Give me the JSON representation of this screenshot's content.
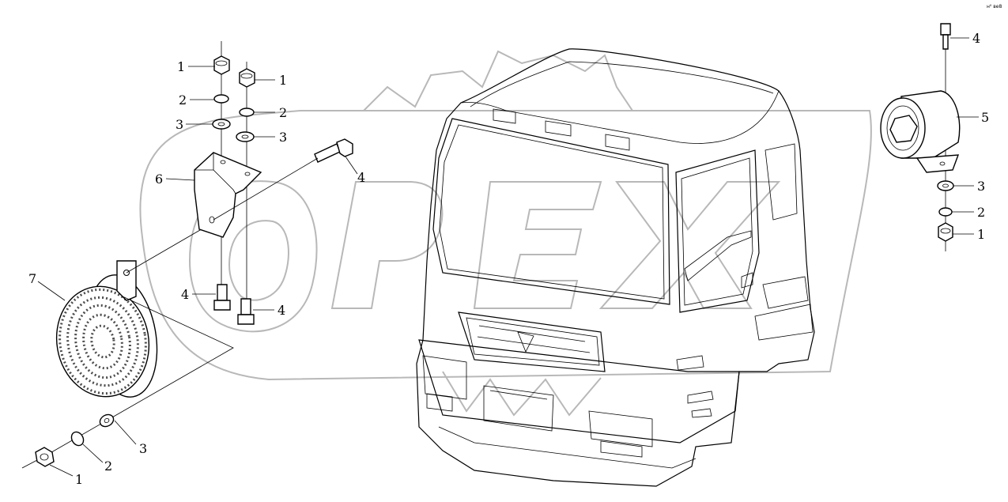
{
  "corner_code": "н⁰ ве8",
  "callouts": {
    "left_horn": {
      "nut": "1",
      "lock_washer": "2",
      "washer": "3",
      "horn": "7"
    },
    "bracket": {
      "nut_a": "1",
      "nut_b": "1",
      "lock_washer_a": "2",
      "lock_washer_b": "2",
      "washer_a": "3",
      "washer_b": "3",
      "bolt_side": "4",
      "bolt_a": "4",
      "bolt_b": "4",
      "bracket": "6"
    },
    "right_horn": {
      "bolt": "4",
      "horn": "5",
      "washer": "3",
      "lock_washer": "2",
      "nut": "1"
    }
  },
  "watermark_text": "OPEX"
}
